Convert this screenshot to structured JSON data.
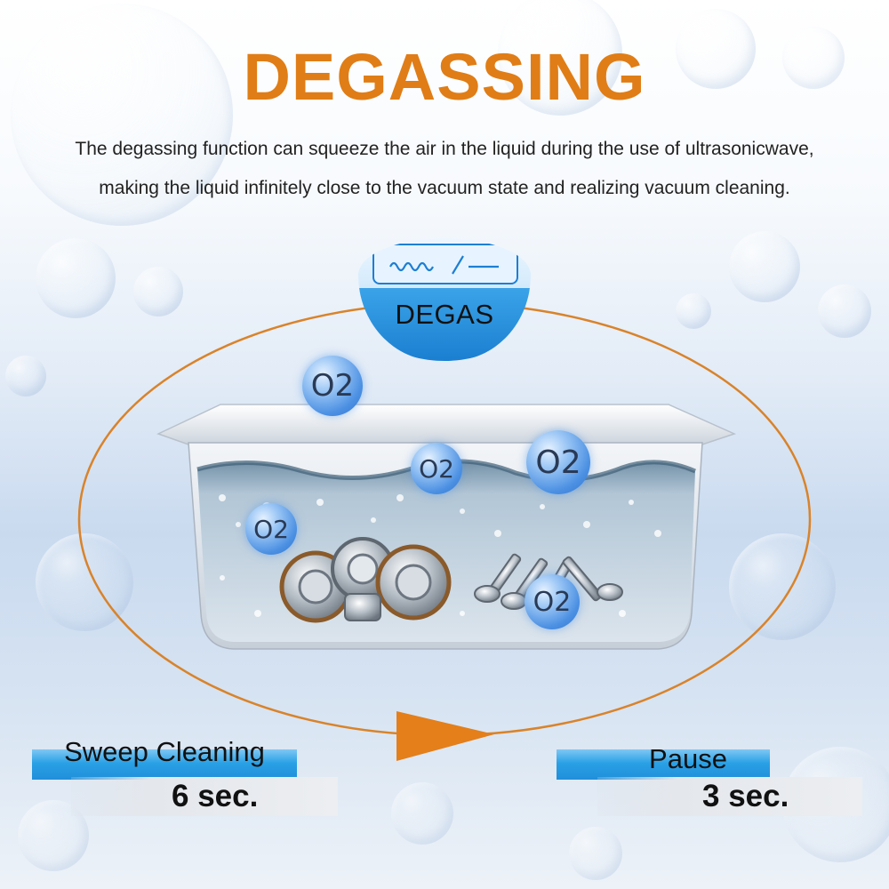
{
  "title": "DEGASSING",
  "description": {
    "line1": "The degassing function can squeeze the air in the liquid during the use of ultrasonicwave,",
    "line2": "making the liquid infinitely close to the vacuum state and realizing vacuum cleaning."
  },
  "degas_button": {
    "label": "DEGAS",
    "icon": "wave-to-flat-icon"
  },
  "oxygen_label": "O2",
  "cycle": {
    "sweep": {
      "label": "Sweep Cleaning",
      "duration": "6 sec."
    },
    "pause": {
      "label": "Pause",
      "duration": "3 sec."
    }
  },
  "colors": {
    "title": "#e07d16",
    "cycle_ring": "#d9832a",
    "bar_blue": "#1f8fd9",
    "degas_blue": "#1b7fd1"
  }
}
